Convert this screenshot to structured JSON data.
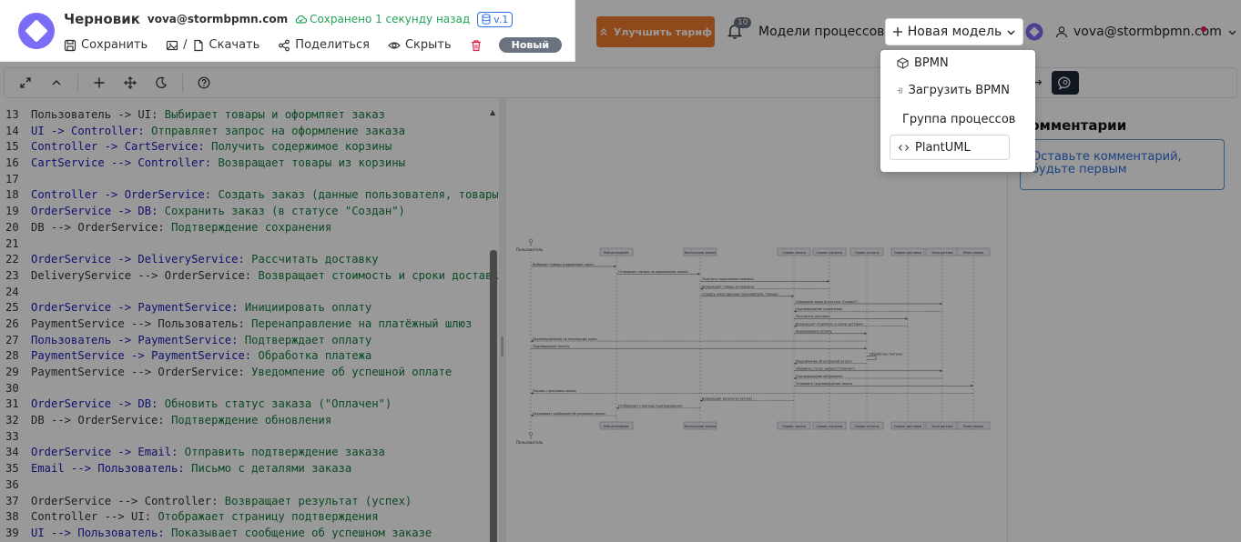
{
  "header": {
    "draft_title": "Черновик",
    "user_email": "vova@stormbpmn.com",
    "saved_status": "Сохранено 1 секунду назад",
    "version": "v.1",
    "save_label": "Сохранить",
    "download_label": "Скачать",
    "share_label": "Поделиться",
    "hide_label": "Скрыть",
    "new_badge": "Новый",
    "upgrade_label": "Улучшить тариф",
    "notification_count": "10",
    "models_label": "Модели процессов",
    "new_model_label": "Новая модель",
    "account_email": "vova@stormbpmn.com"
  },
  "dropdown": {
    "items": [
      {
        "label": "BPMN",
        "icon": "cube-icon"
      },
      {
        "label": "Загрузить BPMN",
        "icon": "import-icon"
      },
      {
        "label": "Группа процессов",
        "icon": "group-frame-icon"
      },
      {
        "label": "PlantUML",
        "icon": "code-icon"
      }
    ]
  },
  "comments": {
    "title": "Комментарии",
    "placeholder": "Оставьте комментарий, будьте первым"
  },
  "editor": {
    "lines": [
      {
        "n": "13",
        "hl": false,
        "pre": "Пользователь -> UI: ",
        "msg": "Выбирает товары и оформляет заказ"
      },
      {
        "n": "14",
        "hl": true,
        "pre": "UI -> Controller: ",
        "msg": "Отправляет запрос на оформление заказа"
      },
      {
        "n": "15",
        "hl": true,
        "pre": "Controller -> CartService: ",
        "msg": "Получить содержимое корзины"
      },
      {
        "n": "16",
        "hl": true,
        "pre": "CartService --> Controller: ",
        "msg": "Возвращает товары из корзины"
      },
      {
        "n": "17",
        "hl": false,
        "pre": "",
        "msg": ""
      },
      {
        "n": "18",
        "hl": true,
        "pre": "Controller -> OrderService: ",
        "msg": "Создать заказ (данные пользователя, товары)"
      },
      {
        "n": "19",
        "hl": true,
        "pre": "OrderService -> DB: ",
        "msg": "Сохранить заказ (в статусе \"Создан\")"
      },
      {
        "n": "20",
        "hl": false,
        "pre": "DB --> OrderService: ",
        "msg": "Подтверждение сохранения"
      },
      {
        "n": "21",
        "hl": false,
        "pre": "",
        "msg": ""
      },
      {
        "n": "22",
        "hl": true,
        "pre": "OrderService -> DeliveryService: ",
        "msg": "Рассчитать доставку"
      },
      {
        "n": "23",
        "hl": false,
        "pre": "DeliveryService --> OrderService: ",
        "msg": "Возвращает стоимость и сроки доставки"
      },
      {
        "n": "24",
        "hl": false,
        "pre": "",
        "msg": ""
      },
      {
        "n": "25",
        "hl": true,
        "pre": "OrderService -> PaymentService: ",
        "msg": "Инициировать оплату"
      },
      {
        "n": "26",
        "hl": false,
        "pre": "PaymentService --> Пользователь: ",
        "msg": "Перенаправление на платёжный шлюз"
      },
      {
        "n": "27",
        "hl": true,
        "pre": "Пользователь -> PaymentService: ",
        "msg": "Подтверждает оплату"
      },
      {
        "n": "28",
        "hl": true,
        "pre": "PaymentService -> PaymentService: ",
        "msg": "Обработка платежа"
      },
      {
        "n": "29",
        "hl": false,
        "pre": "PaymentService --> OrderService: ",
        "msg": "Уведомление об успешной оплате"
      },
      {
        "n": "30",
        "hl": false,
        "pre": "",
        "msg": ""
      },
      {
        "n": "31",
        "hl": true,
        "pre": "OrderService -> DB: ",
        "msg": "Обновить статус заказа (\"Оплачен\")"
      },
      {
        "n": "32",
        "hl": false,
        "pre": "DB --> OrderService: ",
        "msg": "Подтверждение обновления"
      },
      {
        "n": "33",
        "hl": false,
        "pre": "",
        "msg": ""
      },
      {
        "n": "34",
        "hl": true,
        "pre": "OrderService -> Email: ",
        "msg": "Отправить подтверждение заказа"
      },
      {
        "n": "35",
        "hl": true,
        "pre": "Email --> Пользователь: ",
        "msg": "Письмо с деталями заказа"
      },
      {
        "n": "36",
        "hl": false,
        "pre": "",
        "msg": ""
      },
      {
        "n": "37",
        "hl": false,
        "pre": "OrderService --> Controller: ",
        "msg": "Возвращает результат (успех)"
      },
      {
        "n": "38",
        "hl": false,
        "pre": "Controller --> UI: ",
        "msg": "Отображает страницу подтверждения"
      },
      {
        "n": "39",
        "hl": true,
        "pre": "UI --> Пользователь: ",
        "msg": "Показывает сообщение об успешном заказе"
      }
    ]
  },
  "diagram": {
    "actor": "Пользователь",
    "participants": [
      "Веб-интерфейс",
      "Контроллер заказа",
      "Сервис заказа",
      "Сервис корзины",
      "Сервис оплаты",
      "Сервис доставки",
      "База данных",
      "Email-сервис"
    ],
    "messages": [
      {
        "from": 0,
        "to": 1,
        "label": "Выбирает товары и оформляет заказ",
        "dashed": false
      },
      {
        "from": 1,
        "to": 2,
        "label": "Отправляет запрос на оформление заказа",
        "dashed": false
      },
      {
        "from": 2,
        "to": 4,
        "label": "Получить содержимое корзины",
        "dashed": false
      },
      {
        "from": 4,
        "to": 2,
        "label": "Возвращает товары из корзины",
        "dashed": true
      },
      {
        "from": 2,
        "to": 3,
        "label": "Создать заказ (данные пользователя, товары)",
        "dashed": false
      },
      {
        "from": 3,
        "to": 7,
        "label": "Сохранить заказ (в статусе \"Создан\")",
        "dashed": false
      },
      {
        "from": 7,
        "to": 3,
        "label": "Подтверждение сохранения",
        "dashed": true
      },
      {
        "from": 3,
        "to": 6,
        "label": "Рассчитать доставку",
        "dashed": false
      },
      {
        "from": 6,
        "to": 3,
        "label": "Возвращает стоимость и сроки доставки",
        "dashed": true
      },
      {
        "from": 3,
        "to": 5,
        "label": "Инициировать оплату",
        "dashed": false
      },
      {
        "from": 5,
        "to": 0,
        "label": "Перенаправление на платёжный шлюз",
        "dashed": true
      },
      {
        "from": 0,
        "to": 5,
        "label": "Подтверждает оплату",
        "dashed": false
      },
      {
        "from": 5,
        "to": 5,
        "label": "Обработка платежа",
        "dashed": false
      },
      {
        "from": 5,
        "to": 3,
        "label": "Уведомление об успешной оплате",
        "dashed": true
      },
      {
        "from": 3,
        "to": 7,
        "label": "Обновить статус заказа (\"Оплачен\")",
        "dashed": false
      },
      {
        "from": 7,
        "to": 3,
        "label": "Подтверждение обновления",
        "dashed": true
      },
      {
        "from": 3,
        "to": 8,
        "label": "Отправить подтверждение заказа",
        "dashed": false
      },
      {
        "from": 8,
        "to": 0,
        "label": "Письмо с деталями заказа",
        "dashed": true
      },
      {
        "from": 3,
        "to": 2,
        "label": "Возвращает результат (успех)",
        "dashed": true
      },
      {
        "from": 2,
        "to": 1,
        "label": "Отображает страницу подтверждения",
        "dashed": true
      },
      {
        "from": 1,
        "to": 0,
        "label": "Показывает сообщение об успешном заказе",
        "dashed": true
      }
    ]
  },
  "colors": {
    "brand": "#7b6cf6",
    "upgrade": "#f07a2c",
    "saved": "#22a35a",
    "link": "#2f6fdb",
    "keyword": "#1a1ab8",
    "message": "#137a3c"
  }
}
